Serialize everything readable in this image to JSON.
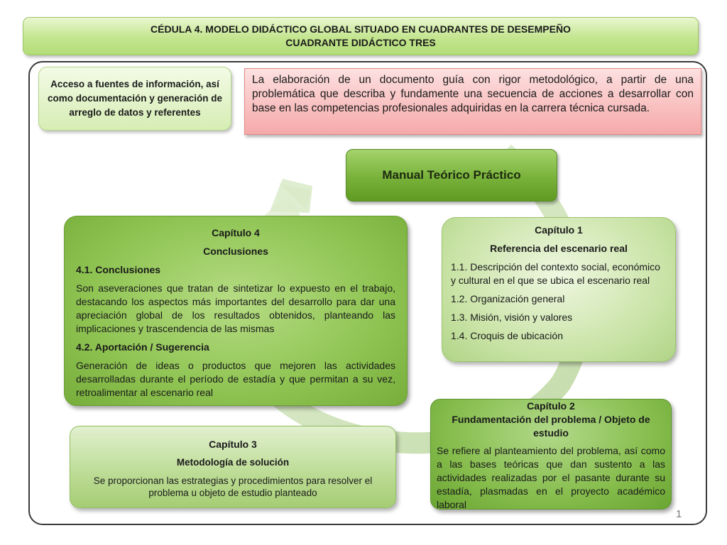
{
  "title": {
    "line1": "CÉDULA 4. MODELO DIDÁCTICO GLOBAL SITUADO EN CUADRANTES DE DESEMPEÑO",
    "line2": "CUADRANTE DIDÁCTICO TRES"
  },
  "info_box": "Acceso a fuentes de información, así como documentación y generación de arreglo de datos y referentes",
  "definition_box": "La elaboración de un documento guía con rigor metodológico, a partir de una problemática que describa y fundamente una secuencia de acciones a desarrollar con base en las competencias profesionales adquiridas en la carrera técnica cursada.",
  "center": "Manual Teórico Práctico",
  "chapter1": {
    "heading": "Capítulo 1",
    "subheading": "Referencia del escenario real",
    "items": [
      "1.1. Descripción del contexto social, económico y cultural en el que se ubica el escenario real",
      "1.2. Organización  general",
      "1.3. Misión, visión y valores",
      "1.4. Croquis de ubicación"
    ]
  },
  "chapter2": {
    "heading": "Capítulo 2",
    "subheading": "Fundamentación del problema / Objeto de estudio",
    "text": " Se refiere al planteamiento del problema, así como a las bases teóricas que dan sustento a las actividades realizadas por el pasante durante su estadía, plasmadas en el proyecto académico laboral"
  },
  "chapter3": {
    "heading": "Capítulo  3",
    "subheading": "Metodología de solución",
    "text": "Se proporcionan las estrategias y procedimientos para resolver el problema u objeto de estudio planteado"
  },
  "chapter4": {
    "heading": "Capítulo 4",
    "subheading": "Conclusiones",
    "section1_title": "4.1. Conclusiones",
    "section1_text": "Son aseveraciones que tratan de sintetizar lo expuesto en el trabajo, destacando los aspectos más importantes del desarrollo para dar una apreciación global de los resultados obtenidos, planteando las implicaciones y trascendencia de las mismas",
    "section2_title": "4.2.  Aportación / Sugerencia",
    "section2_text": "Generación de ideas o productos que mejoren las actividades desarrolladas durante el período de estadía y que permitan a su vez, retroalimentar al escenario real"
  },
  "page_number": "1",
  "colors": {
    "dark_green": "#6aa532",
    "light_green": "#c9e3a6",
    "pink": "#f6a9a9"
  }
}
